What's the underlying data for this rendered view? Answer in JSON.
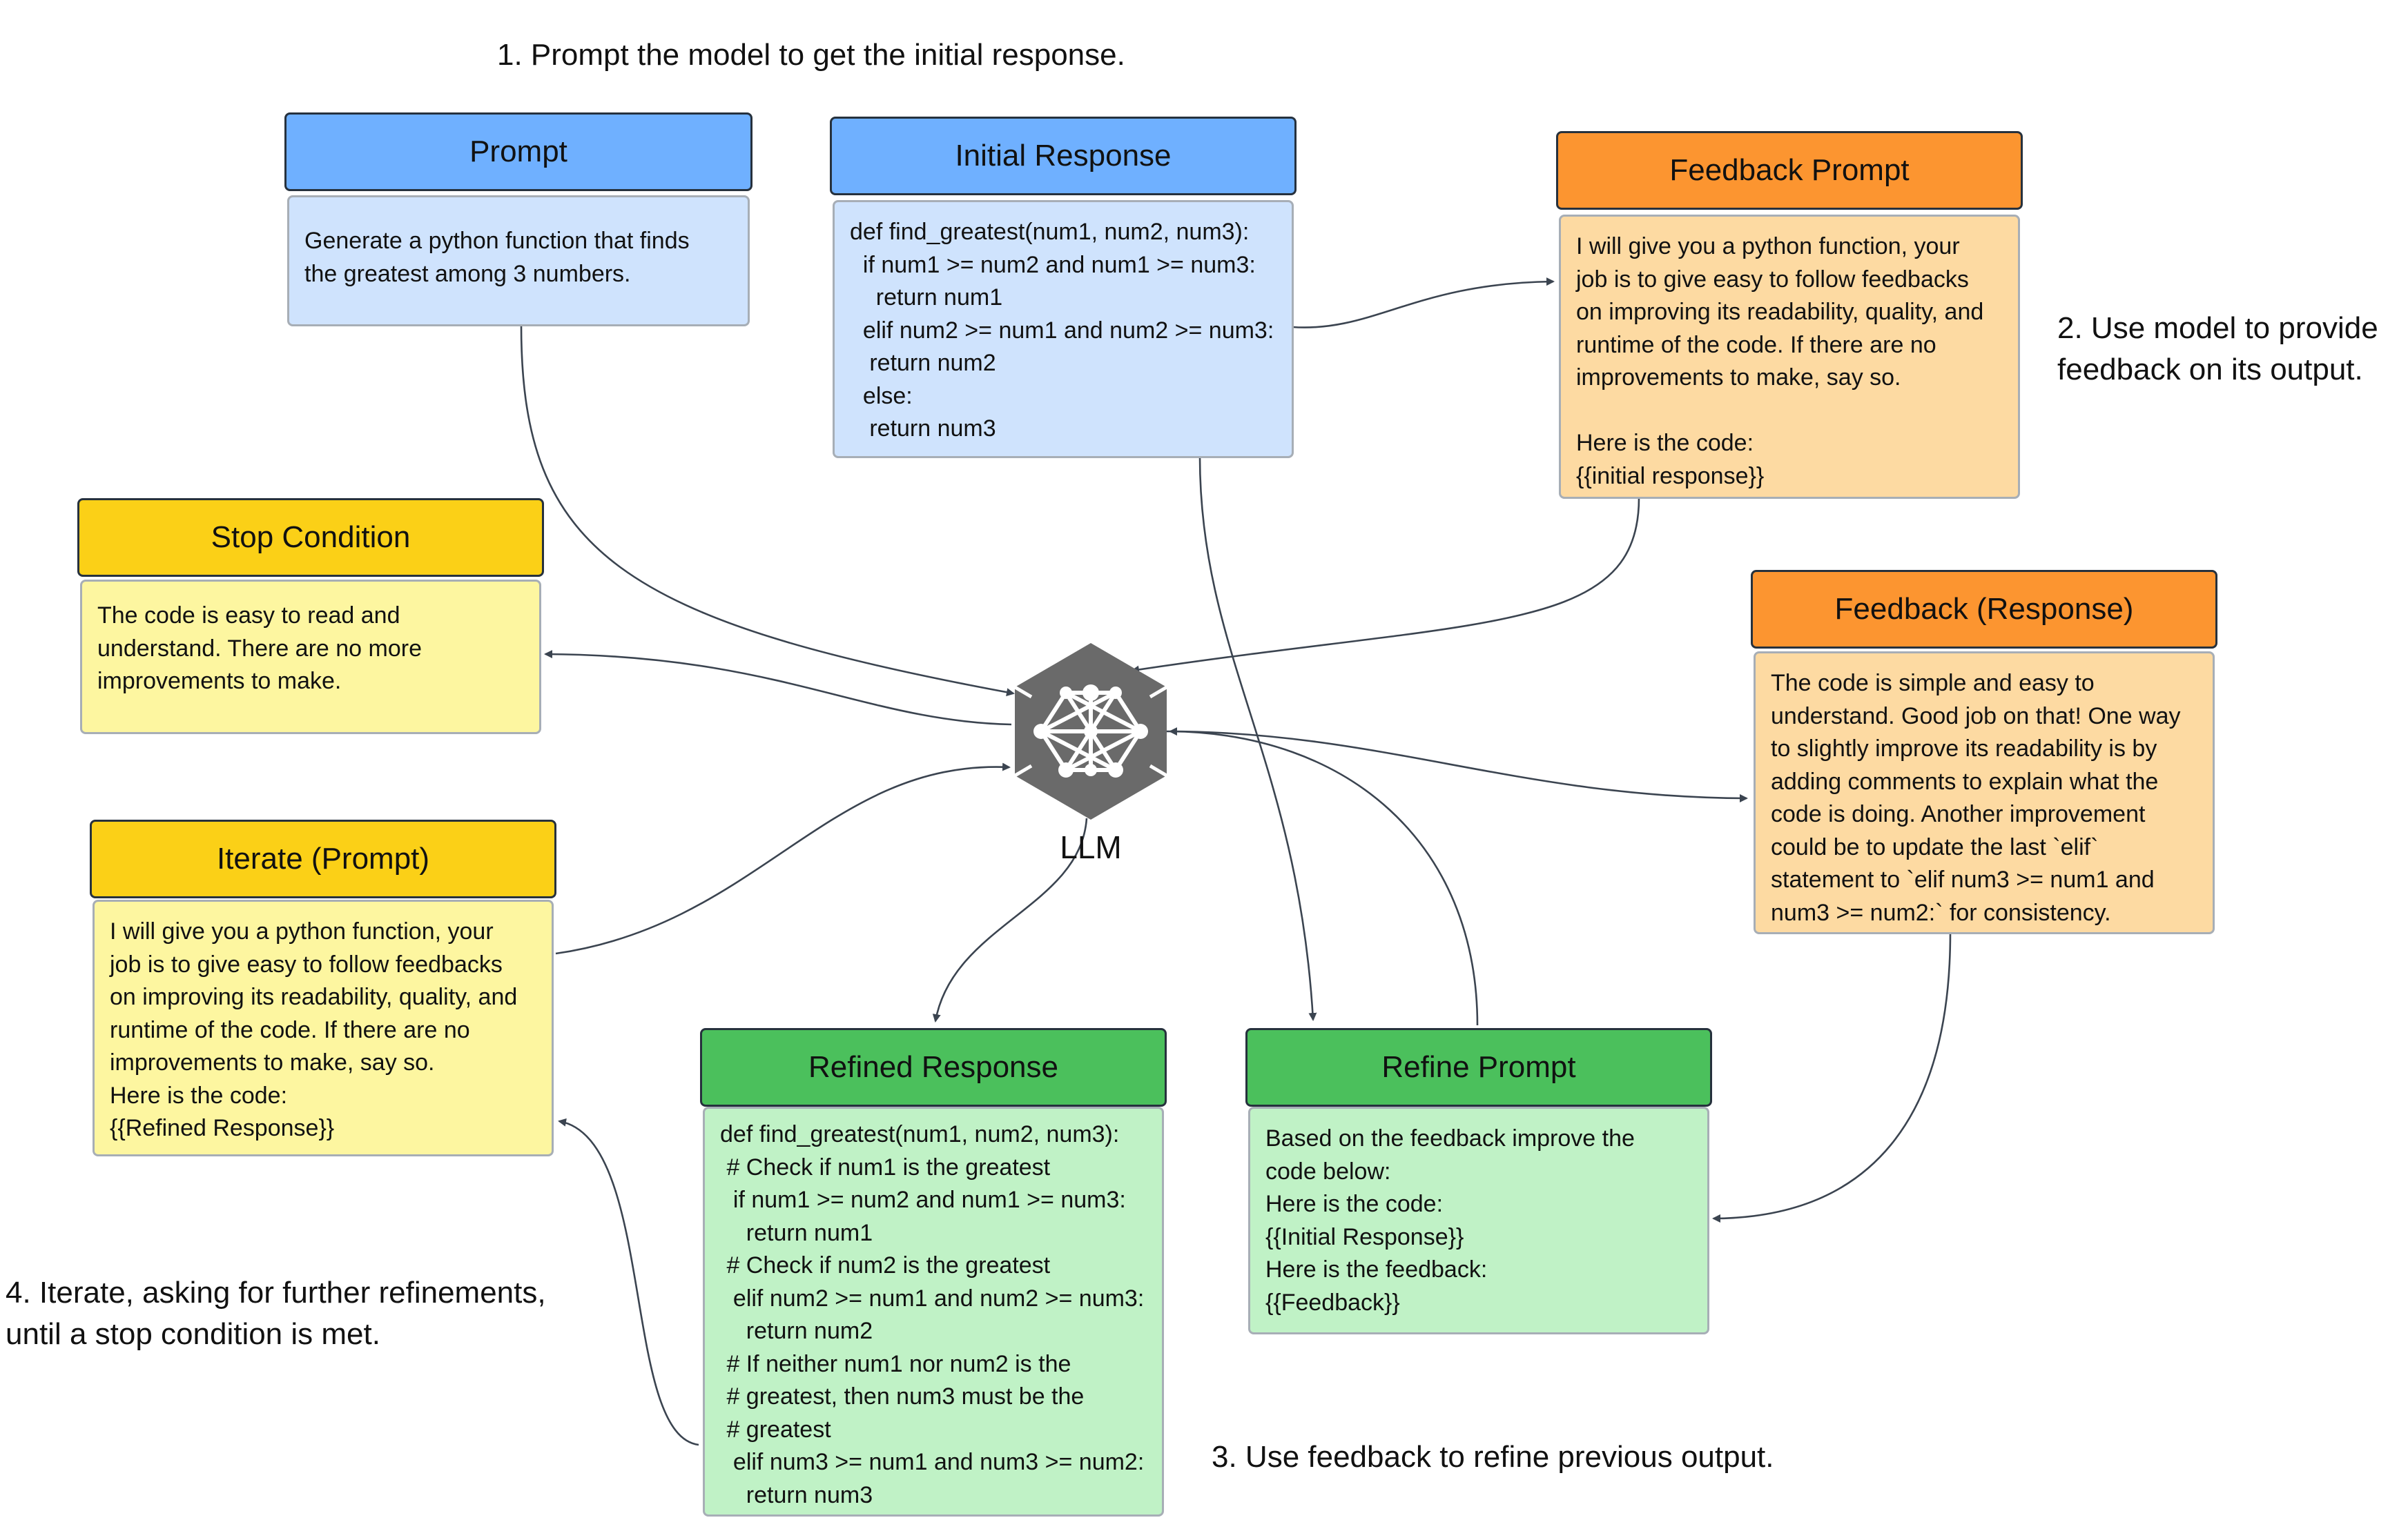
{
  "steps": {
    "step1": "1. Prompt the model to get the initial response.",
    "step2": "2. Use model to provide\nfeedback on its output.",
    "step3": "3. Use feedback to refine previous output.",
    "step4": "4. Iterate, asking for further refinements,\nuntil a stop condition is met."
  },
  "cards": {
    "prompt": {
      "title": "Prompt",
      "body": "Generate a python function that finds\nthe greatest among 3 numbers."
    },
    "initial_response": {
      "title": "Initial Response",
      "body": "def find_greatest(num1, num2, num3):\n  if num1 >= num2 and num1 >= num3:\n    return num1\n  elif num2 >= num1 and num2 >= num3:\n   return num2\n  else:\n   return num3"
    },
    "feedback_prompt": {
      "title": "Feedback Prompt",
      "body": "I will give you a python function, your\njob is to give easy to follow feedbacks\non improving its readability, quality, and\nruntime of the code. If there are no\nimprovements to make, say so.\n\nHere is the code:\n{{initial response}}"
    },
    "stop_condition": {
      "title": "Stop Condition",
      "body": "The code is easy to read and\nunderstand. There are no more\nimprovements to make."
    },
    "feedback_response": {
      "title": "Feedback (Response)",
      "body": "The code is simple and easy to\nunderstand. Good job on that! One way\nto slightly improve its readability is by\nadding comments to explain what the\ncode is doing. Another improvement\ncould be to update the last `elif`\nstatement to `elif num3 >= num1 and\nnum3 >= num2:` for consistency."
    },
    "iterate_prompt": {
      "title": "Iterate (Prompt)",
      "body": "I will give you a python function, your\njob is to give easy to follow feedbacks\non improving its readability, quality, and\nruntime of the code. If there are no\nimprovements to make, say so.\nHere is the code:\n{{Refined Response}}"
    },
    "refined_response": {
      "title": "Refined Response",
      "body": "def find_greatest(num1, num2, num3):\n # Check if num1 is the greatest\n  if num1 >= num2 and num1 >= num3:\n    return num1\n # Check if num2 is the greatest\n  elif num2 >= num1 and num2 >= num3:\n    return num2\n # If neither num1 nor num2 is the\n # greatest, then num3 must be the\n # greatest\n  elif num3 >= num1 and num3 >= num2:\n    return num3"
    },
    "refine_prompt": {
      "title": "Refine Prompt",
      "body": "Based on the feedback improve the\ncode below:\nHere is the code:\n{{Initial Response}}\nHere is the feedback:\n{{Feedback}}"
    }
  },
  "llm": {
    "label": "LLM",
    "icon": "neural-network-icon",
    "color": "#6a6a6a"
  },
  "colors": {
    "blue_header": "#6fb0ff",
    "blue_body": "#cfe3fd",
    "orange_header": "#fc9530",
    "orange_body": "#fddaa2",
    "yellow_header": "#fbd017",
    "yellow_body": "#fdf6a0",
    "green_header": "#4bc05c",
    "green_body": "#c0f2c6",
    "edge": "#3b4450"
  }
}
